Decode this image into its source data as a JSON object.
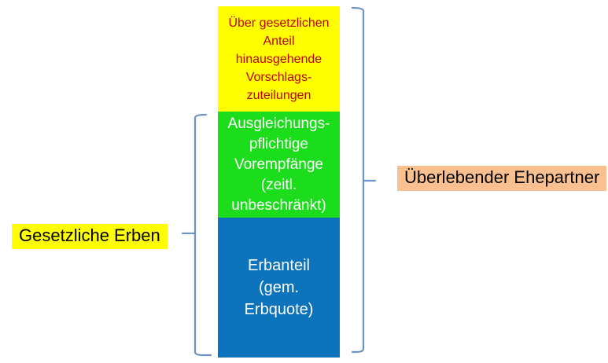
{
  "diagram": {
    "boxes": {
      "top": {
        "text": "Über gesetzlichen\nAnteil\nhinausgehende\nVorschlags-\nzuteilungen",
        "bg": "#FFFF00",
        "text_color": "#C00000"
      },
      "middle": {
        "text": "Ausgleichungs-\npflichtige\nVorempfänge\n(zeitl.\nunbeschränkt)",
        "bg": "#1BDD1B",
        "text_color": "#FFFFFF"
      },
      "bottom": {
        "text": "Erbanteil\n(gem.\nErbquote)",
        "bg": "#0D73BC",
        "text_color": "#FFFFFF"
      }
    },
    "labels": {
      "left": {
        "text": "Gesetzliche Erben",
        "bg": "#FFFF00",
        "text_color": "#000000"
      },
      "right": {
        "text": "Überlebender Ehepartner",
        "bg": "#FAC090",
        "text_color": "#000000"
      }
    },
    "brackets": {
      "color": "#6E93C7",
      "left_spans": "middle and bottom boxes",
      "right_spans": "all three boxes"
    }
  }
}
